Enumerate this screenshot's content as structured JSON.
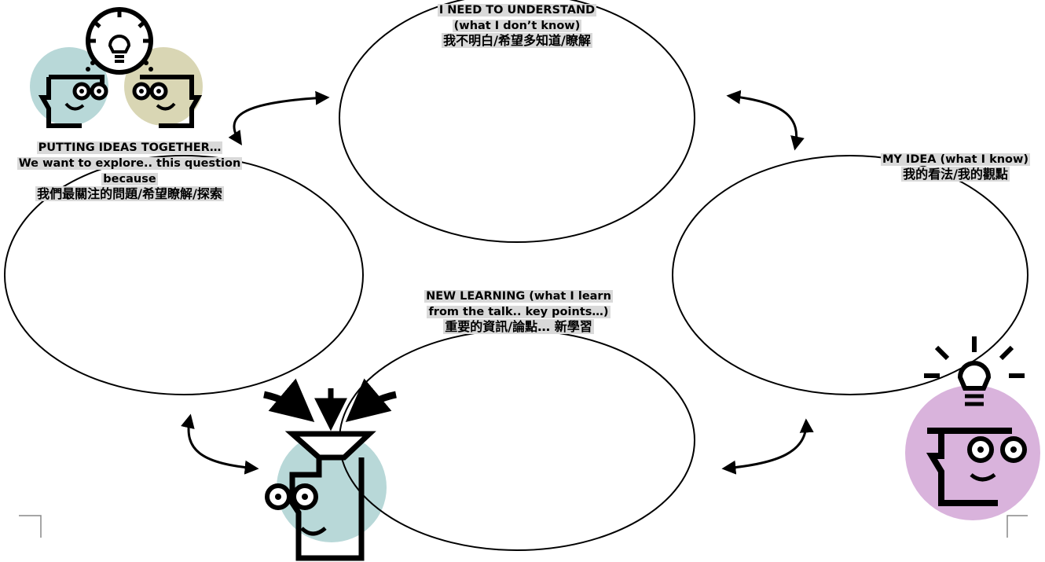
{
  "labels": {
    "understand": {
      "line1": "I NEED TO UNDERSTAND",
      "line2": "(what I don’t know)",
      "zh": "我不明白/希望多知道/瞭解"
    },
    "my_idea": {
      "line1": "MY IDEA (what I know)",
      "zh": "我的看法/我的觀點"
    },
    "putting_together": {
      "line1": "PUTTING IDEAS TOGETHER…",
      "line2": "We want to explore.. this question",
      "line3": "because",
      "zh": "我們最關注的問題/希望瞭解/探索"
    },
    "new_learning": {
      "line1": "NEW LEARNING (what I learn",
      "line2": "from the talk.. key points…)",
      "zh": "重要的資訊/論點…  新學習"
    }
  },
  "icons": [
    "two-heads-lightbulb-icon",
    "head-funnel-icon",
    "head-lightbulb-icon"
  ],
  "colors": {
    "stroke": "#000000",
    "teal_circle": "#b8d8d8",
    "olive_circle": "#d9d6b4",
    "purple_circle": "#d9b3dc",
    "label_highlight": "#d9d9d9"
  }
}
